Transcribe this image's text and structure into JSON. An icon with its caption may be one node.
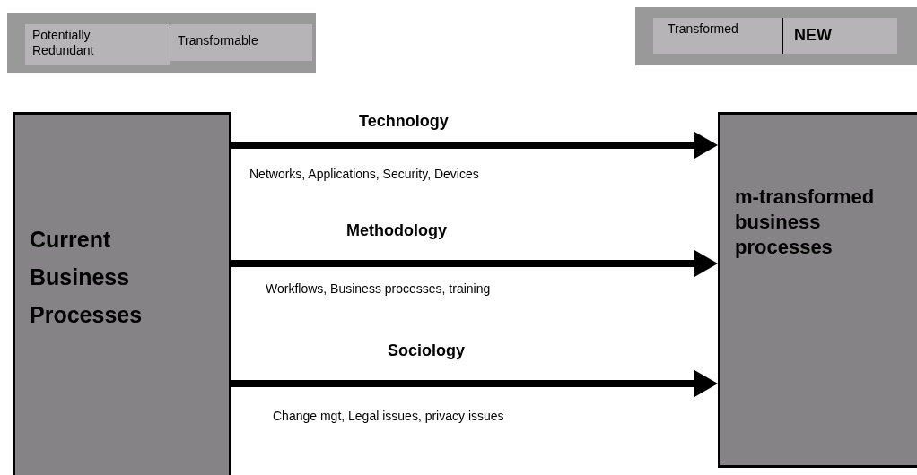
{
  "diagram": {
    "nodes": [
      {
        "text": [],
        "shape": "box"
      },
      {
        "text": [
          "Potentially Redundant"
        ],
        "in": 0
      },
      {
        "text": [
          "Transformable"
        ],
        "in": 0
      },
      {
        "text": [],
        "shape": "box"
      },
      {
        "text": [
          "Transformed"
        ],
        "in": 3
      },
      {
        "text": [
          "NEW"
        ],
        "in": 3
      },
      {
        "text": [
          "Current Business Processes"
        ]
      },
      {
        "text": [
          "m-transformed business processes"
        ]
      }
    ],
    "edges": [
      {
        "from": 6,
        "to": 7,
        "arrow": "to",
        "label": "Technology"
      },
      {
        "from": 6,
        "to": 7,
        "arrow": "to",
        "label": "Methodology"
      },
      {
        "from": 6,
        "to": 7,
        "arrow": "to",
        "label": "Sociology"
      }
    ],
    "labels": [
      "Networks, Applications, Security, Devices",
      "Workflows, Business processes, training",
      "Change mgt, Legal issues, privacy issues"
    ]
  }
}
